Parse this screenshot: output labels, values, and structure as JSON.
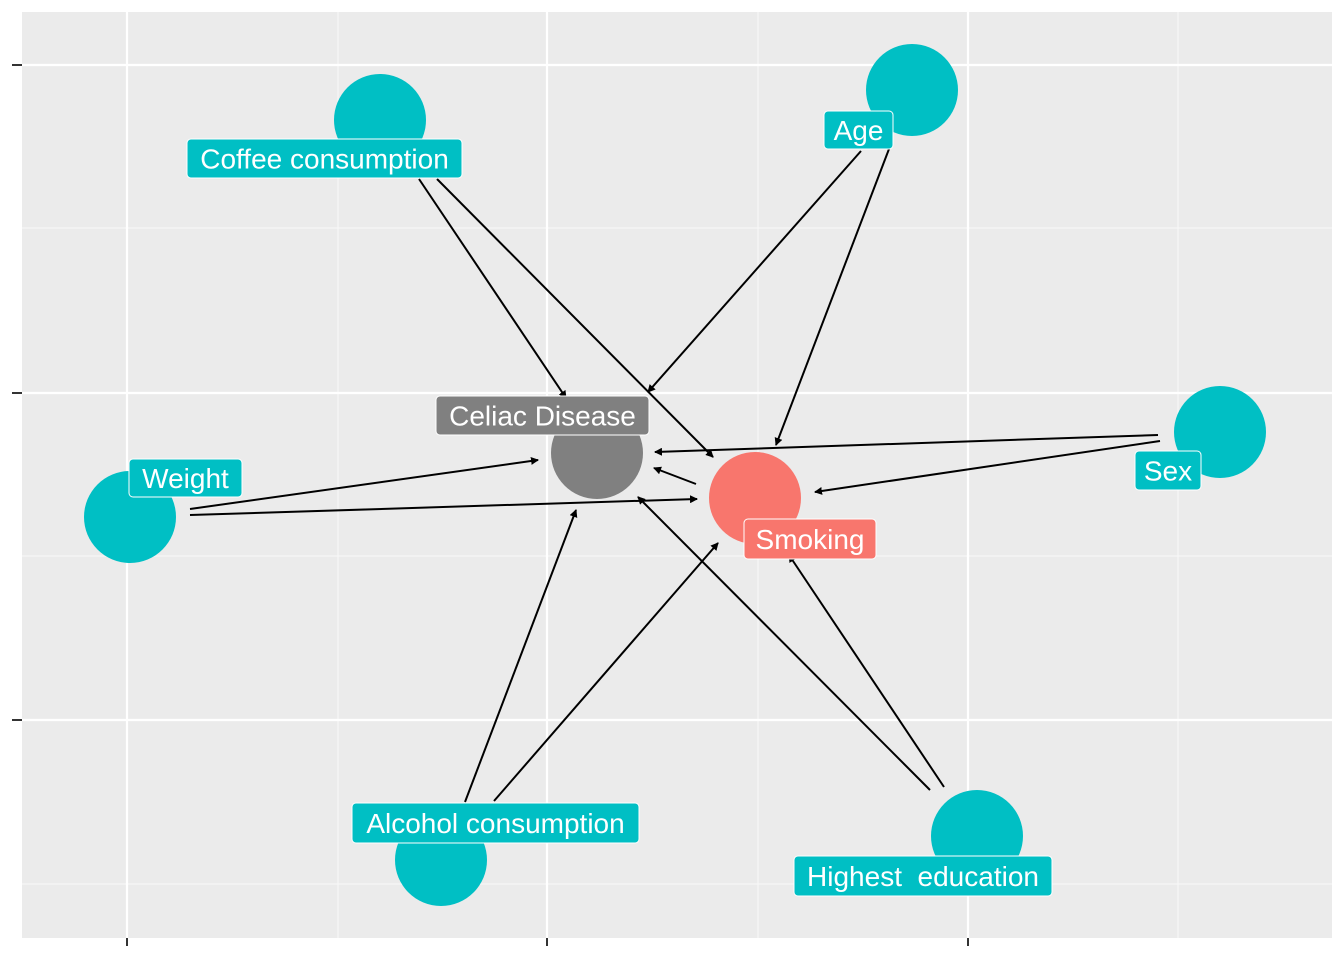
{
  "colors": {
    "panel_background": "#EBEBEB",
    "grid_major": "#FFFFFF",
    "grid_minor": "#F7F7F7",
    "tick": "#333333",
    "edge": "#000000",
    "exposure": "#F8766D",
    "outcome": "#808080",
    "covariate": "#00BFC4",
    "label_text": "#FFFFFF"
  },
  "nodes": [
    {
      "id": "coffee",
      "name": "Coffee consumption",
      "role": "covariate"
    },
    {
      "id": "age",
      "name": "Age",
      "role": "covariate"
    },
    {
      "id": "celiac",
      "name": "Celiac Disease",
      "role": "outcome"
    },
    {
      "id": "smoking",
      "name": "Smoking",
      "role": "exposure"
    },
    {
      "id": "sex",
      "name": "Sex",
      "role": "covariate"
    },
    {
      "id": "weight",
      "name": "Weight",
      "role": "covariate"
    },
    {
      "id": "alcohol",
      "name": "Alcohol consumption",
      "role": "covariate"
    },
    {
      "id": "education",
      "name": "Highest  education",
      "role": "covariate"
    }
  ],
  "edges": [
    {
      "from": "coffee",
      "to": "celiac"
    },
    {
      "from": "coffee",
      "to": "smoking"
    },
    {
      "from": "age",
      "to": "celiac"
    },
    {
      "from": "age",
      "to": "smoking"
    },
    {
      "from": "sex",
      "to": "celiac"
    },
    {
      "from": "sex",
      "to": "smoking"
    },
    {
      "from": "weight",
      "to": "celiac"
    },
    {
      "from": "weight",
      "to": "smoking"
    },
    {
      "from": "alcohol",
      "to": "celiac"
    },
    {
      "from": "alcohol",
      "to": "smoking"
    },
    {
      "from": "education",
      "to": "celiac"
    },
    {
      "from": "education",
      "to": "smoking"
    },
    {
      "from": "smoking",
      "to": "celiac"
    }
  ]
}
